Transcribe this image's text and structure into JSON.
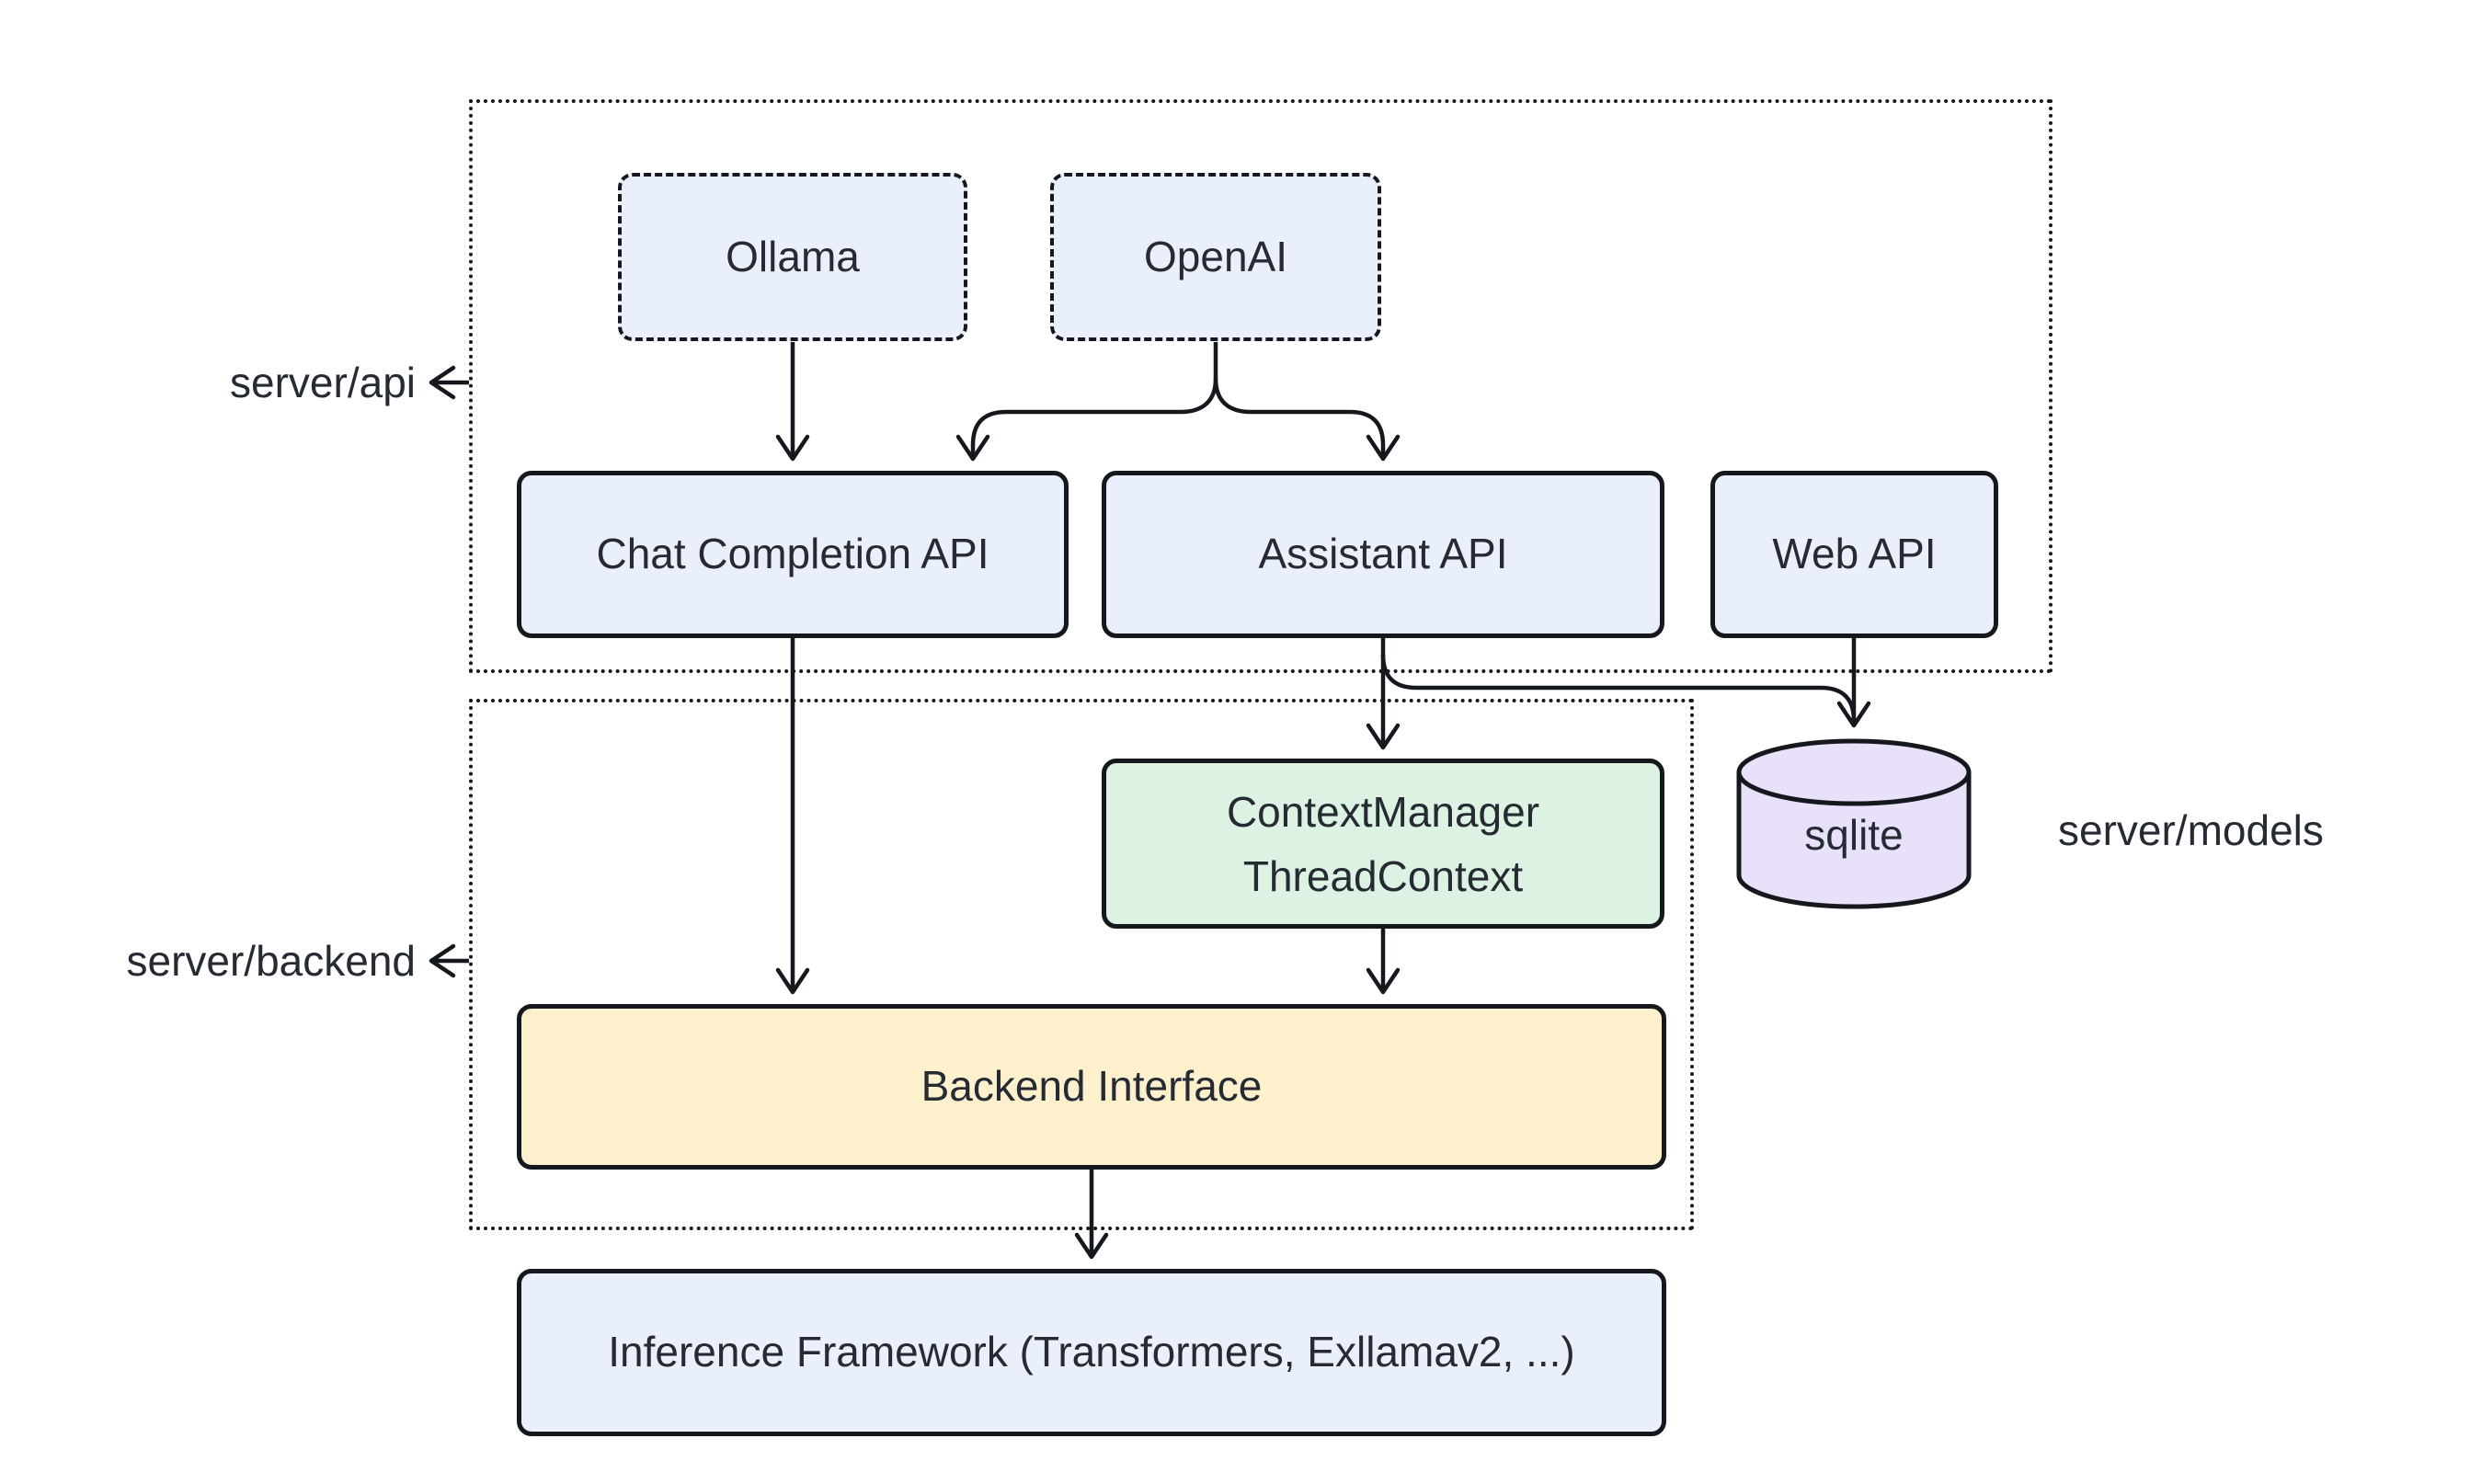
{
  "diagram": {
    "background": "#ffffff",
    "groups": {
      "server_api": {
        "label": "server/api"
      },
      "server_backend": {
        "label": "server/backend"
      },
      "server_models": {
        "label": "server/models"
      }
    },
    "nodes": {
      "ollama": {
        "label": "Ollama",
        "fill": "#eaf0fb",
        "border_style": "dashed"
      },
      "openai": {
        "label": "OpenAI",
        "fill": "#eaf0fb",
        "border_style": "dashed"
      },
      "chat_completion_api": {
        "label": "Chat Completion API",
        "fill": "#eaf0fb"
      },
      "assistant_api": {
        "label": "Assistant API",
        "fill": "#eaf0fb"
      },
      "web_api": {
        "label": "Web API",
        "fill": "#eaf0fb"
      },
      "context_manager": {
        "label_line1": "ContextManager",
        "label_line2": "ThreadContext",
        "fill": "#dcf2e2"
      },
      "sqlite": {
        "label": "sqlite",
        "fill": "#e9e0f9",
        "shape": "cylinder"
      },
      "backend_interface": {
        "label": "Backend Interface",
        "fill": "#fdf0cd"
      },
      "inference_framework": {
        "label": "Inference Framework (Transformers, Exllamav2, ...)",
        "fill": "#eaf0fb"
      }
    },
    "edges": [
      {
        "from": "ollama",
        "to": "chat_completion_api"
      },
      {
        "from": "openai",
        "to": "chat_completion_api"
      },
      {
        "from": "openai",
        "to": "assistant_api"
      },
      {
        "from": "chat_completion_api",
        "to": "backend_interface"
      },
      {
        "from": "assistant_api",
        "to": "context_manager"
      },
      {
        "from": "assistant_api",
        "to": "sqlite"
      },
      {
        "from": "web_api",
        "to": "sqlite"
      },
      {
        "from": "context_manager",
        "to": "backend_interface"
      },
      {
        "from": "backend_interface",
        "to": "inference_framework"
      }
    ],
    "colors": {
      "line": "#15181d",
      "text": "#262b33",
      "node_blue": "#eaf0fb",
      "node_green": "#dcf2e2",
      "node_yellow": "#fdf0cd",
      "node_purple": "#e9e0f9"
    }
  }
}
